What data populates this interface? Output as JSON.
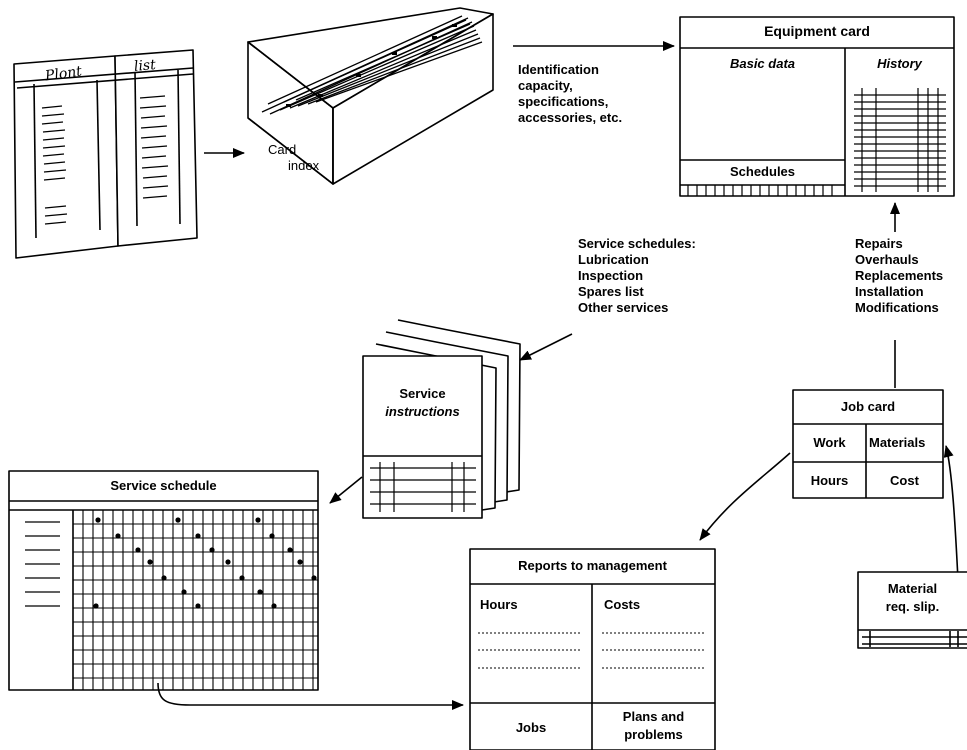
{
  "plant_list": {
    "left_label": "Plont",
    "right_label": "list"
  },
  "card_index": {
    "line1": "Card",
    "line2": "index"
  },
  "identification": [
    "Identification",
    "capacity,",
    "specifications,",
    "accessories, etc."
  ],
  "equipment_card": {
    "title": "Equipment card",
    "basic_data": "Basic data",
    "history": "History",
    "schedules": "Schedules"
  },
  "service_schedules_list": [
    "Service schedules:",
    "Lubrication",
    "Inspection",
    "Spares list",
    "Other services"
  ],
  "repairs_list": [
    "Repairs",
    "Overhauls",
    "Replacements",
    "Installation",
    "Modifications"
  ],
  "service_instructions": {
    "line1": "Service",
    "line2": "instructions"
  },
  "job_card": {
    "title": "Job card",
    "work": "Work",
    "materials": "Materials",
    "hours": "Hours",
    "cost": "Cost"
  },
  "service_schedule": {
    "title": "Service schedule"
  },
  "reports": {
    "title": "Reports to management",
    "hours": "Hours",
    "costs": "Costs",
    "jobs": "Jobs",
    "plans_line1": "Plans and",
    "plans_line2": "problems"
  },
  "material_slip": {
    "line1": "Material",
    "line2": "req. slip."
  }
}
